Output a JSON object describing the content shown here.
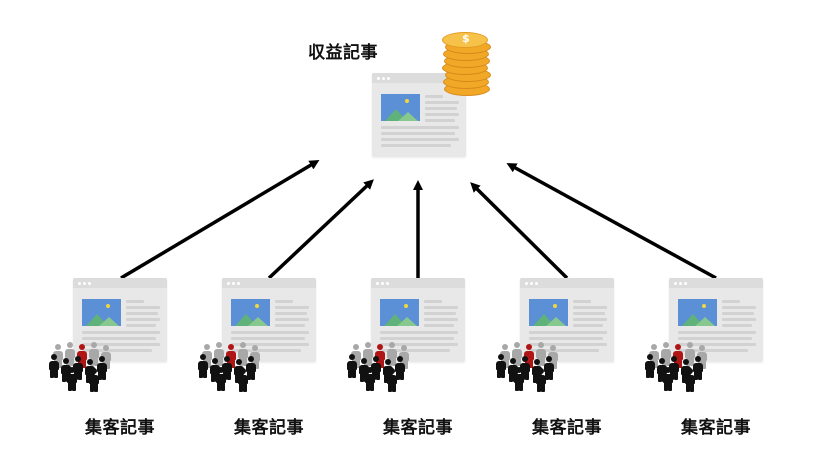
{
  "revenue_article": {
    "label": "収益記事"
  },
  "traffic_articles": [
    {
      "label": "集客記事"
    },
    {
      "label": "集客記事"
    },
    {
      "label": "集客記事"
    },
    {
      "label": "集客記事"
    },
    {
      "label": "集客記事"
    }
  ],
  "icons": {
    "article": "article-card-icon",
    "coins": "coin-stack-icon",
    "crowd": "crowd-icon"
  },
  "colors": {
    "arrow": "#000000",
    "card": "#e8e8e8",
    "thumbnail_sky": "#5b8fd6",
    "mountain": "#5fb27a",
    "coin": "#f0a826",
    "highlight_person": "#b01515",
    "person": "#111111",
    "person_back": "#a8a8a8"
  }
}
